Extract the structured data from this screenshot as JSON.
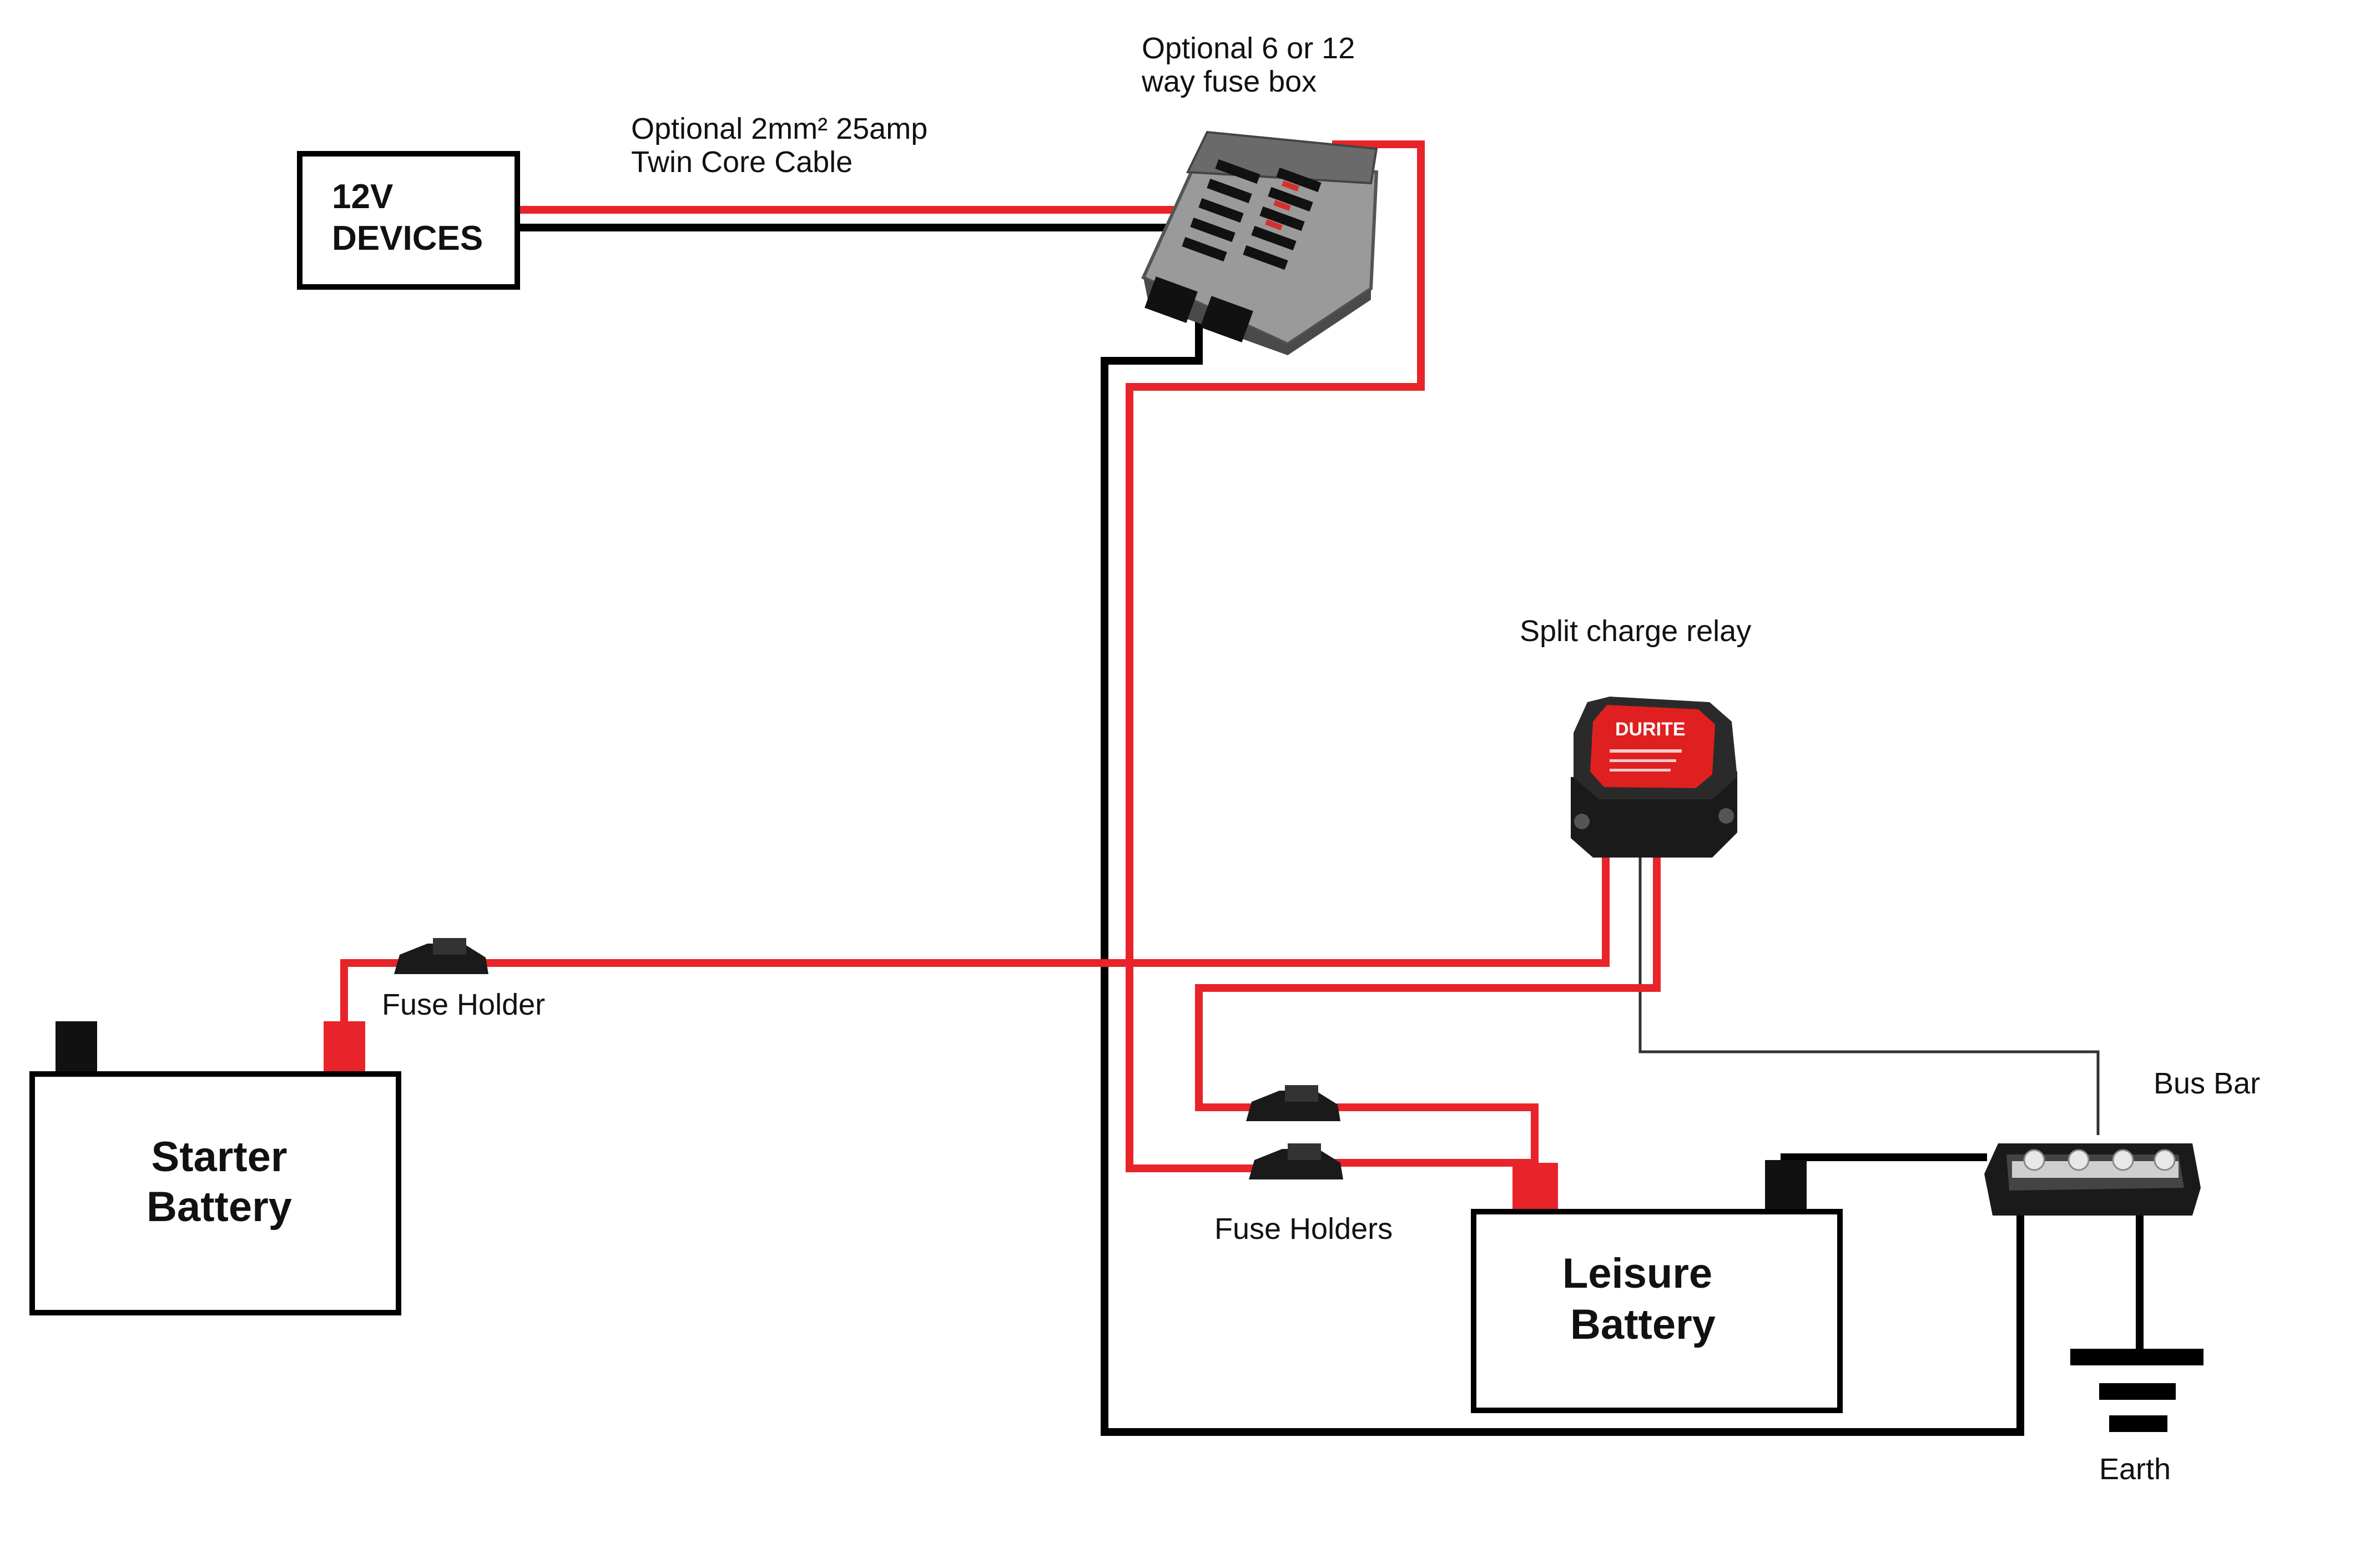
{
  "colors": {
    "positive_wire": "#e8242a",
    "negative_wire": "#000000",
    "signal_wire": "#333333",
    "relay_face": "#e02020"
  },
  "devices": {
    "line1": "12V",
    "line2": "DEVICES"
  },
  "cable_label": {
    "line1": "Optional 2mm² 25amp",
    "line2": "Twin Core Cable"
  },
  "fusebox_label": {
    "line1": "Optional 6 or 12",
    "line2": "way fuse box"
  },
  "relay_label": "Split charge relay",
  "relay_brand": "DURITE",
  "fuse_holder_label": "Fuse Holder",
  "fuse_holders_label": "Fuse Holders",
  "bus_bar_label": "Bus Bar",
  "earth_label": "Earth",
  "starter_battery": {
    "line1": "Starter",
    "line2": "Battery"
  },
  "leisure_battery": {
    "line1": "Leisure",
    "line2": "Battery"
  }
}
